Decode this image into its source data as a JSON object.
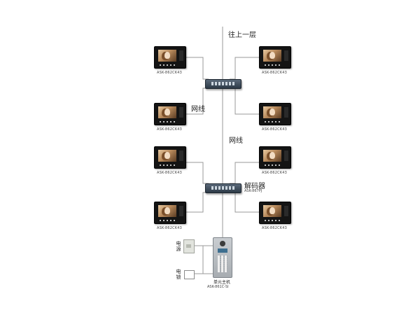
{
  "labels": {
    "to_upper_floor": "往上一层",
    "network_cable_1": "网线",
    "network_cable_2": "网线",
    "decoder": "解码器",
    "decoder_model": "ASK-867PJ",
    "unit_host": "单元主机",
    "unit_host_model": "ASK-861C-SI",
    "power": "电源",
    "lock": "电锁"
  },
  "monitors": [
    {
      "label": "ASK-862CK43"
    },
    {
      "label": "ASK-862CK43"
    },
    {
      "label": "ASK-862CK43"
    },
    {
      "label": "ASK-862CK43"
    },
    {
      "label": "ASK-862CK43"
    },
    {
      "label": "ASK-862CK43"
    },
    {
      "label": "ASK-862CK43"
    },
    {
      "label": "ASK-862CK43"
    }
  ],
  "colors": {
    "wire": "#9a9a9a",
    "switch": "#3a4856",
    "monitor": "#141414"
  }
}
